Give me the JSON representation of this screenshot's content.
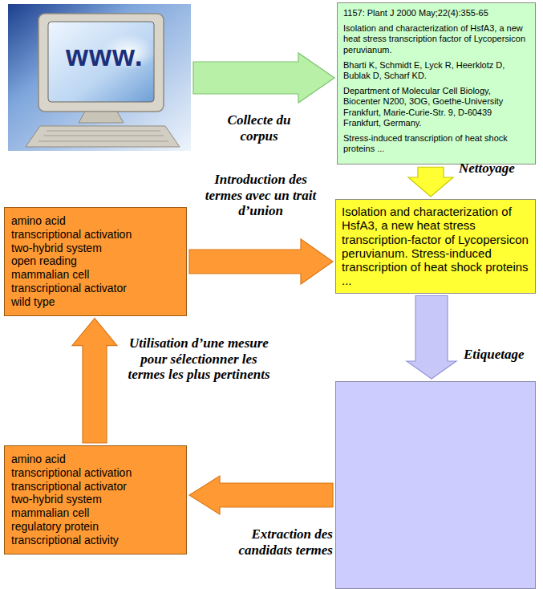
{
  "diagram": {
    "nodes": [
      {
        "text": [
          "www."
        ]
      },
      {
        "text": [
          "1157: Plant J 2000 May;22(4):355-65",
          "Isolation and characterization of HsfA3, a new heat stress transcription factor of Lycopersicon peruvianum.",
          "Bharti K, Schmidt E, Lyck R, Heerklotz D, Bublak D, Scharf KD.",
          "Department of Molecular Cell Biology, Biocenter N200, 3OG, Goethe-University Frankfurt, Marie-Curie-Str. 9, D-60439 Frankfurt, Germany.",
          "Stress-induced transcription of heat shock proteins ..."
        ]
      },
      {
        "text": [
          "amino acid",
          "transcriptional activation",
          "two-hybrid system",
          "open reading",
          "mammalian cell",
          "transcriptional activator",
          "wild type"
        ]
      },
      {
        "text": [
          "Isolation and characterization of HsfA3, a new heat stress transcription-factor of Lycopersicon peruvianum. Stress-induced transcription of heat shock proteins ..."
        ]
      },
      {
        "text": [
          "amino acid",
          "transcriptional activation",
          "transcriptional activator",
          "two-hybrid system",
          "mammalian cell",
          "regulatory protein",
          "transcriptional activity"
        ]
      },
      {
        "text": []
      }
    ],
    "edges": [
      {
        "from": 0,
        "to": 1,
        "arrow": "to",
        "label": "Collecte du corpus"
      },
      {
        "from": 1,
        "to": 3,
        "arrow": "to",
        "label": "Nettoyage"
      },
      {
        "from": 3,
        "to": 5,
        "arrow": "to",
        "label": "Etiquetage"
      },
      {
        "from": 5,
        "to": 4,
        "arrow": "to",
        "label": "Extraction des candidats termes"
      },
      {
        "from": 4,
        "to": 2,
        "arrow": "to",
        "label": "Utilisation d’une mesure pour sélectionner les termes les plus pertinents"
      },
      {
        "from": 2,
        "to": 3,
        "arrow": "to",
        "label": "Introduction des termes avec un trait d’union"
      }
    ]
  }
}
